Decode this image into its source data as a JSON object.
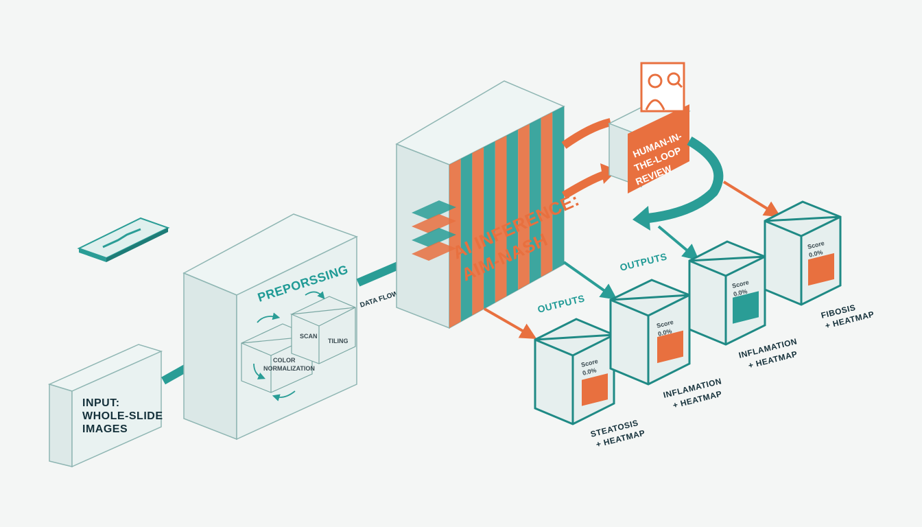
{
  "input": {
    "line1": "INPUT:",
    "line2": "WHOLE-SLIDE",
    "line3": "IMAGES"
  },
  "preprocessing": {
    "title": "PREPORSSING",
    "step1_line1": "COLOR",
    "step1_line2": "NORMALIZATION",
    "step2": "TILING",
    "step2_sub": "SCAN"
  },
  "data_flow": "DATA FLOW",
  "inference": {
    "line1": "AI INFERENCE:",
    "line2": "AIM-NASH"
  },
  "review": {
    "line1": "HUMAN-IN-",
    "line2": "THE-LOOP",
    "line3": "REVIEW"
  },
  "outputs_label": "OUTPUTS",
  "outputs": [
    {
      "line1": "STEATOSIS",
      "line2": "+ HEATMAP",
      "score_label": "Score",
      "score": "0.0%"
    },
    {
      "line1": "INFLAMATION",
      "line2": "+ HEATMAP",
      "score_label": "Score",
      "score": "0.0%"
    },
    {
      "line1": "INFLAMATION",
      "line2": "+ HEATMAP",
      "score_label": "Score",
      "score": "0.0%"
    },
    {
      "line1": "FIBOSIS",
      "line2": "+ HEATMAP",
      "score_label": "Score",
      "score": "0.0%"
    }
  ],
  "colors": {
    "teal": "#2a9d96",
    "orange": "#e8703f",
    "ink": "#14303a"
  }
}
